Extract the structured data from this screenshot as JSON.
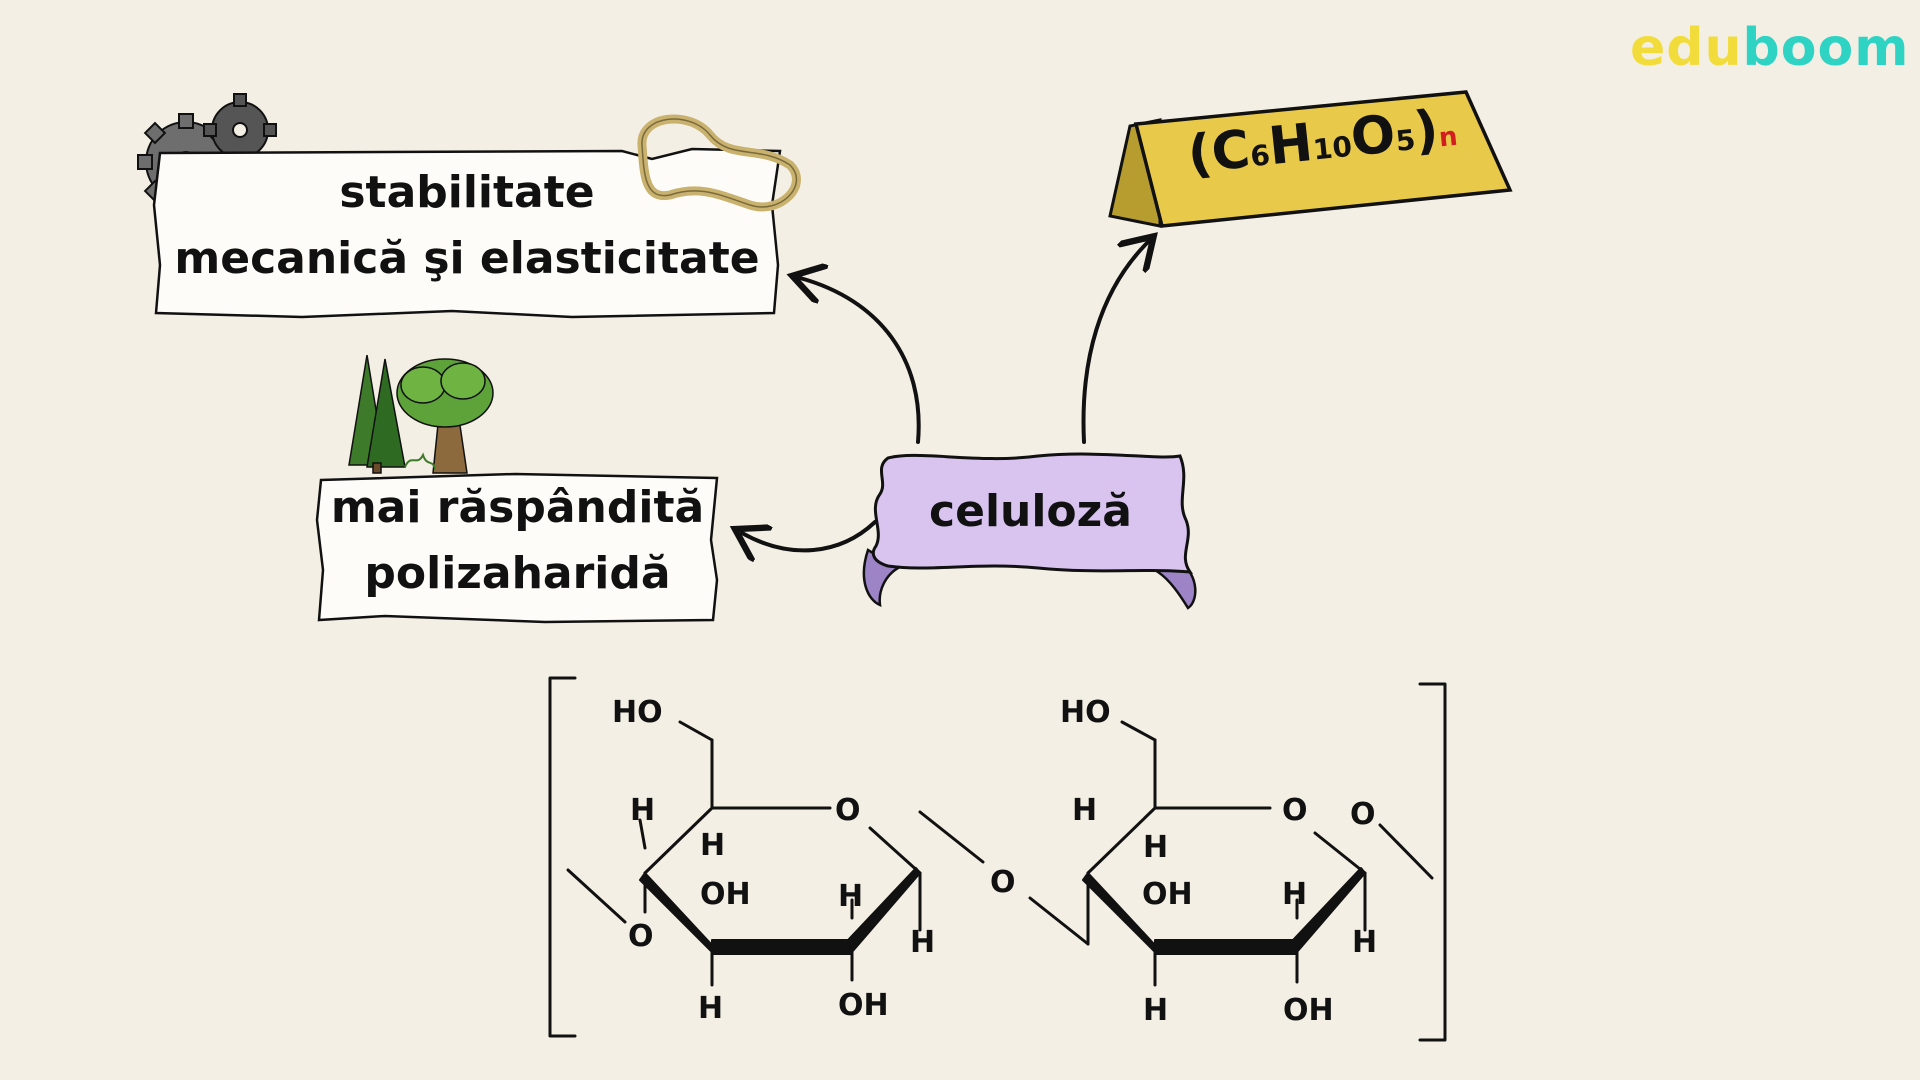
{
  "brand": {
    "part1": "edu",
    "part2": "boom",
    "color1": "#f2dc3c",
    "color2": "#2fd3c4"
  },
  "labels": {
    "stability": {
      "line1": "stabilitate",
      "line2": "mecanică şi elasticitate"
    },
    "widespread": {
      "line1": "mai răspândită",
      "line2": "polizaharidă"
    },
    "center": "celuloză"
  },
  "formula": {
    "open": "(",
    "c": "C",
    "c_sub": "6",
    "h": "H",
    "h_sub": "10",
    "o": "O",
    "o_sub": "5",
    "close": ")",
    "n": "n",
    "banner_color": "#e8c94a",
    "n_color": "#d21e1e"
  },
  "structure": {
    "ring1": {
      "ho_top": "HO",
      "o_ring": "O",
      "h_left": "H",
      "h_inner": "H",
      "o_left": "O",
      "oh_mid": "OH",
      "h_mid": "H",
      "h_right": "H",
      "h_bottom": "H",
      "oh_bottom": "OH"
    },
    "bridge_o": "O",
    "ring2": {
      "ho_top": "HO",
      "o_ring": "O",
      "o_right": "O",
      "h_left": "H",
      "h_inner": "H",
      "oh_mid": "OH",
      "h_mid": "H",
      "h_right": "H",
      "h_bottom": "H",
      "oh_bottom": "OH"
    }
  },
  "colors": {
    "scroll": "#d9c4f0",
    "scroll_dark": "#9d84c6",
    "ink": "#111111",
    "paper": "#fdfcf8"
  }
}
